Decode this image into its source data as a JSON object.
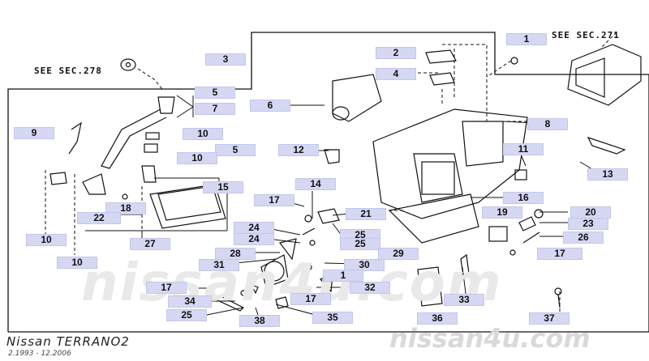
{
  "references": [
    "SEE SEC.278",
    "SEE SEC.271"
  ],
  "footer": {
    "model": "Nissan TERRANO2",
    "dates": "2.1993 - 12.2006"
  },
  "watermark": {
    "main": "nissan4u.com",
    "corner": "nissan4u.com"
  },
  "callouts": [
    {
      "label": "1"
    },
    {
      "label": "2"
    },
    {
      "label": "3"
    },
    {
      "label": "4"
    },
    {
      "label": "5"
    },
    {
      "label": "7"
    },
    {
      "label": "6"
    },
    {
      "label": "8"
    },
    {
      "label": "9"
    },
    {
      "label": "10"
    },
    {
      "label": "5"
    },
    {
      "label": "10"
    },
    {
      "label": "12"
    },
    {
      "label": "11"
    },
    {
      "label": "13"
    },
    {
      "label": "15"
    },
    {
      "label": "14"
    },
    {
      "label": "17"
    },
    {
      "label": "16"
    },
    {
      "label": "18"
    },
    {
      "label": "22"
    },
    {
      "label": "19"
    },
    {
      "label": "20"
    },
    {
      "label": "21"
    },
    {
      "label": "23"
    },
    {
      "label": "24"
    },
    {
      "label": "25"
    },
    {
      "label": "24"
    },
    {
      "label": "25"
    },
    {
      "label": "26"
    },
    {
      "label": "10"
    },
    {
      "label": "27"
    },
    {
      "label": "28"
    },
    {
      "label": "29"
    },
    {
      "label": "17"
    },
    {
      "label": "10"
    },
    {
      "label": "31"
    },
    {
      "label": "30"
    },
    {
      "label": "1"
    },
    {
      "label": "17"
    },
    {
      "label": "32"
    },
    {
      "label": "34"
    },
    {
      "label": "17"
    },
    {
      "label": "33"
    },
    {
      "label": "25"
    },
    {
      "label": "35"
    },
    {
      "label": "36"
    },
    {
      "label": "37"
    },
    {
      "label": "38"
    }
  ]
}
